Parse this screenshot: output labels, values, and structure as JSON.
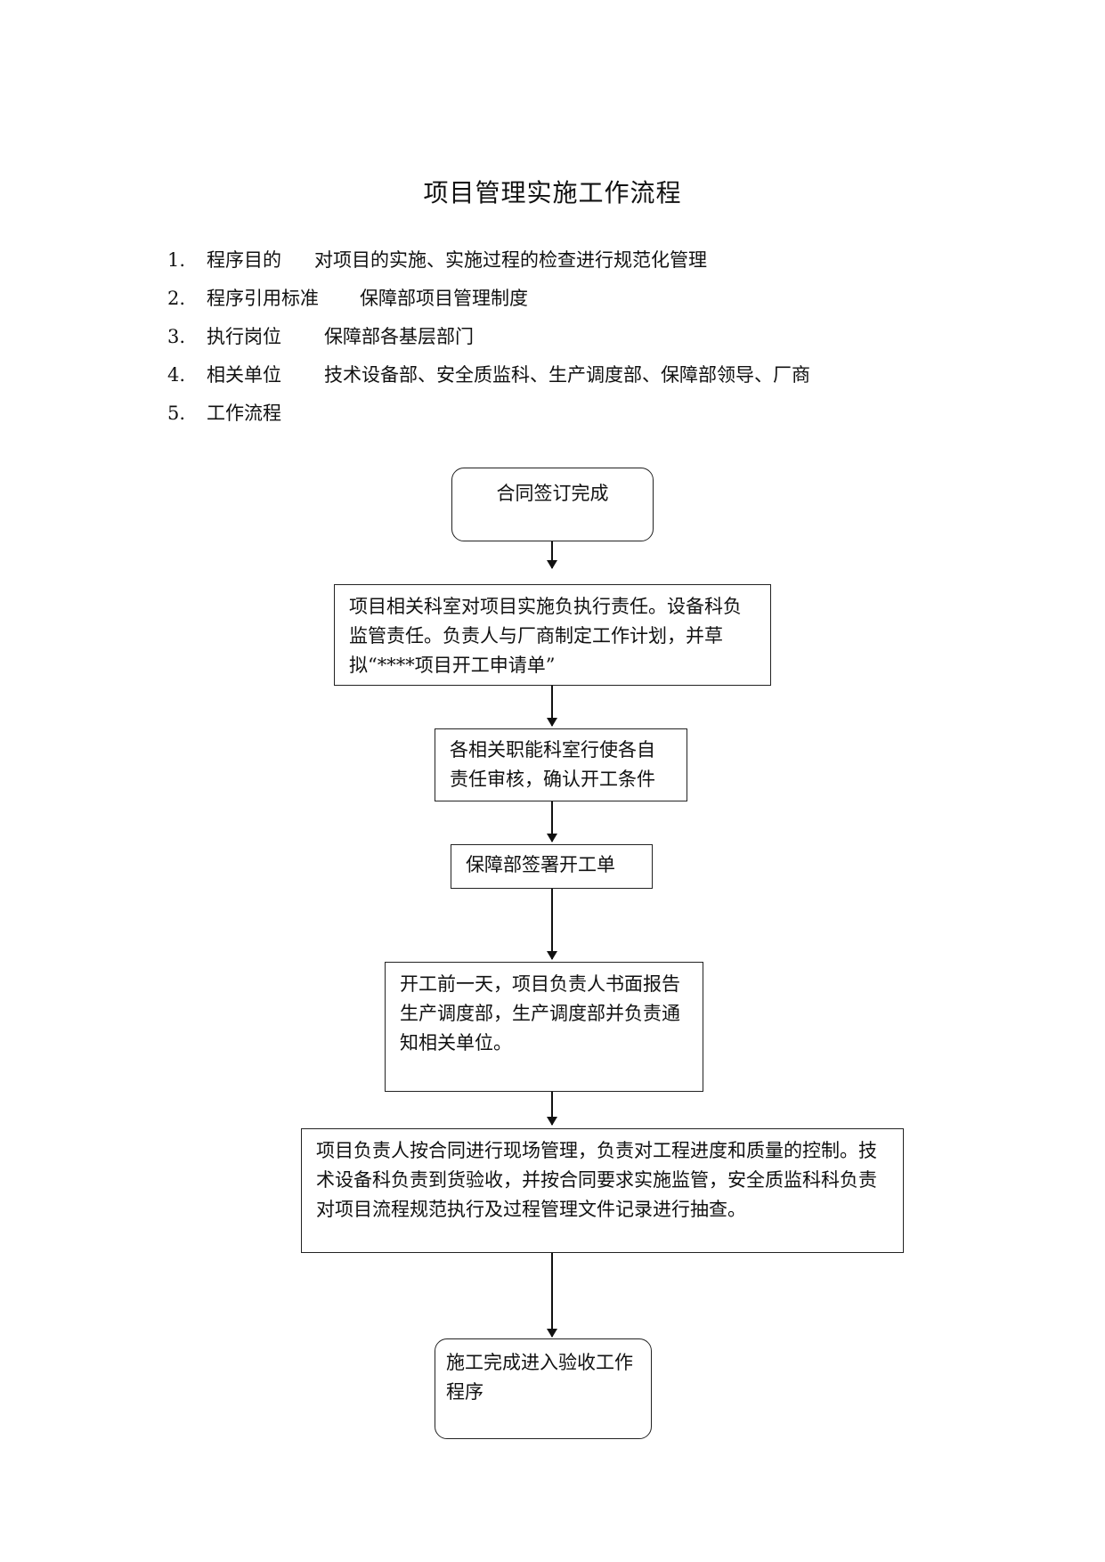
{
  "document": {
    "title": "项目管理实施工作流程",
    "items": [
      {
        "num": "1.",
        "label": "程序目的",
        "value": "对项目的实施、实施过程的检查进行规范化管理"
      },
      {
        "num": "2.",
        "label": "程序引用标准",
        "value": "保障部项目管理制度"
      },
      {
        "num": "3.",
        "label": "执行岗位",
        "value": "保障部各基层部门"
      },
      {
        "num": "4.",
        "label": "相关单位",
        "value": "技术设备部、安全质监科、生产调度部、保障部领导、厂商"
      },
      {
        "num": "5.",
        "label": "工作流程",
        "value": ""
      }
    ]
  },
  "flowchart": {
    "steps": [
      {
        "text": "合同签订完成"
      },
      {
        "text": "项目相关科室对项目实施负执行责任。设备科负监管责任。负责人与厂商制定工作计划，并草拟“****项目开工申请单”"
      },
      {
        "text": "各相关职能科室行使各自责任审核，确认开工条件"
      },
      {
        "text": "保障部签署开工单"
      },
      {
        "text": "开工前一天，项目负责人书面报告生产调度部，生产调度部并负责通知相关单位。"
      },
      {
        "text": "项目负责人按合同进行现场管理，负责对工程进度和质量的控制。技术设备科负责到货验收，并按合同要求实施监管，安全质监科科负责对项目流程规范执行及过程管理文件记录进行抽查。"
      },
      {
        "text": "施工完成进入验收工作程序"
      }
    ]
  }
}
